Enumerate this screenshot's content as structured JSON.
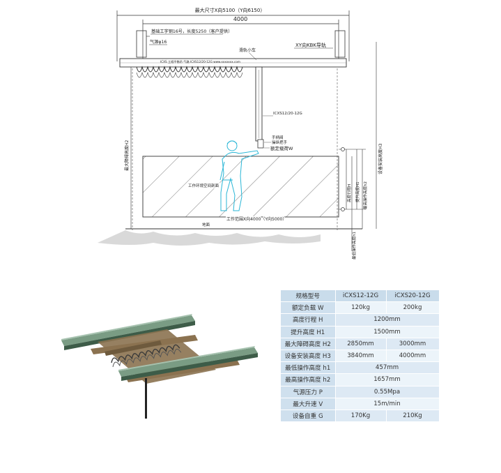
{
  "drawing": {
    "dim_max_x": "最大尺寸X向5100（Y向6150）",
    "dim_4000": "4000",
    "label_beam": "基础工字钢16号，长度5250（客户提供）",
    "label_air": "气源φ16",
    "label_track": "XY向KBK导轨",
    "label_cart": "滑轨小车",
    "label_rail_text": "ICXS 工程平衡吊  气路  ICXS12/20-12G  www.xxxxxxx.com",
    "label_model": "ICXS12/20-12G",
    "label_handle": "手柄阀",
    "label_grip": "操纵把手",
    "label_load": "额定载荷W",
    "label_work_area": "工作环境空间剖面",
    "label_work_range": "工作范围X向4000（Y向5000）",
    "label_ground": "地面",
    "label_h2_left": "最大障碍高度H2",
    "label_h3_right": "设备安装高度H3",
    "label_h1": "提升高度H1",
    "label_h": "高度行程H",
    "label_h2_small": "最高操作高度h2",
    "label_h1_small": "最低操作高度h1"
  },
  "spec_table": {
    "header": [
      "规格型号",
      "iCXS12-12G",
      "iCXS20-12G"
    ],
    "rows": [
      {
        "label": "额定负载 W",
        "values": [
          "120kg",
          "200kg"
        ]
      },
      {
        "label": "高度行程 H",
        "merged": "1200mm"
      },
      {
        "label": "提升高度 H1",
        "merged": "1500mm"
      },
      {
        "label": "最大障碍高度 H2",
        "values": [
          "2850mm",
          "3000mm"
        ]
      },
      {
        "label": "设备安装高度 H3",
        "values": [
          "3840mm",
          "4000mm"
        ]
      },
      {
        "label": "最低操作高度 h1",
        "merged": "457mm"
      },
      {
        "label": "最高操作高度 h2",
        "merged": "1657mm"
      },
      {
        "label": "气源压力 P",
        "merged": "0.55Mpa"
      },
      {
        "label": "最大升速 V",
        "merged": "15m/min"
      },
      {
        "label": "设备自重 G",
        "values": [
          "170Kg",
          "210Kg"
        ]
      }
    ]
  }
}
